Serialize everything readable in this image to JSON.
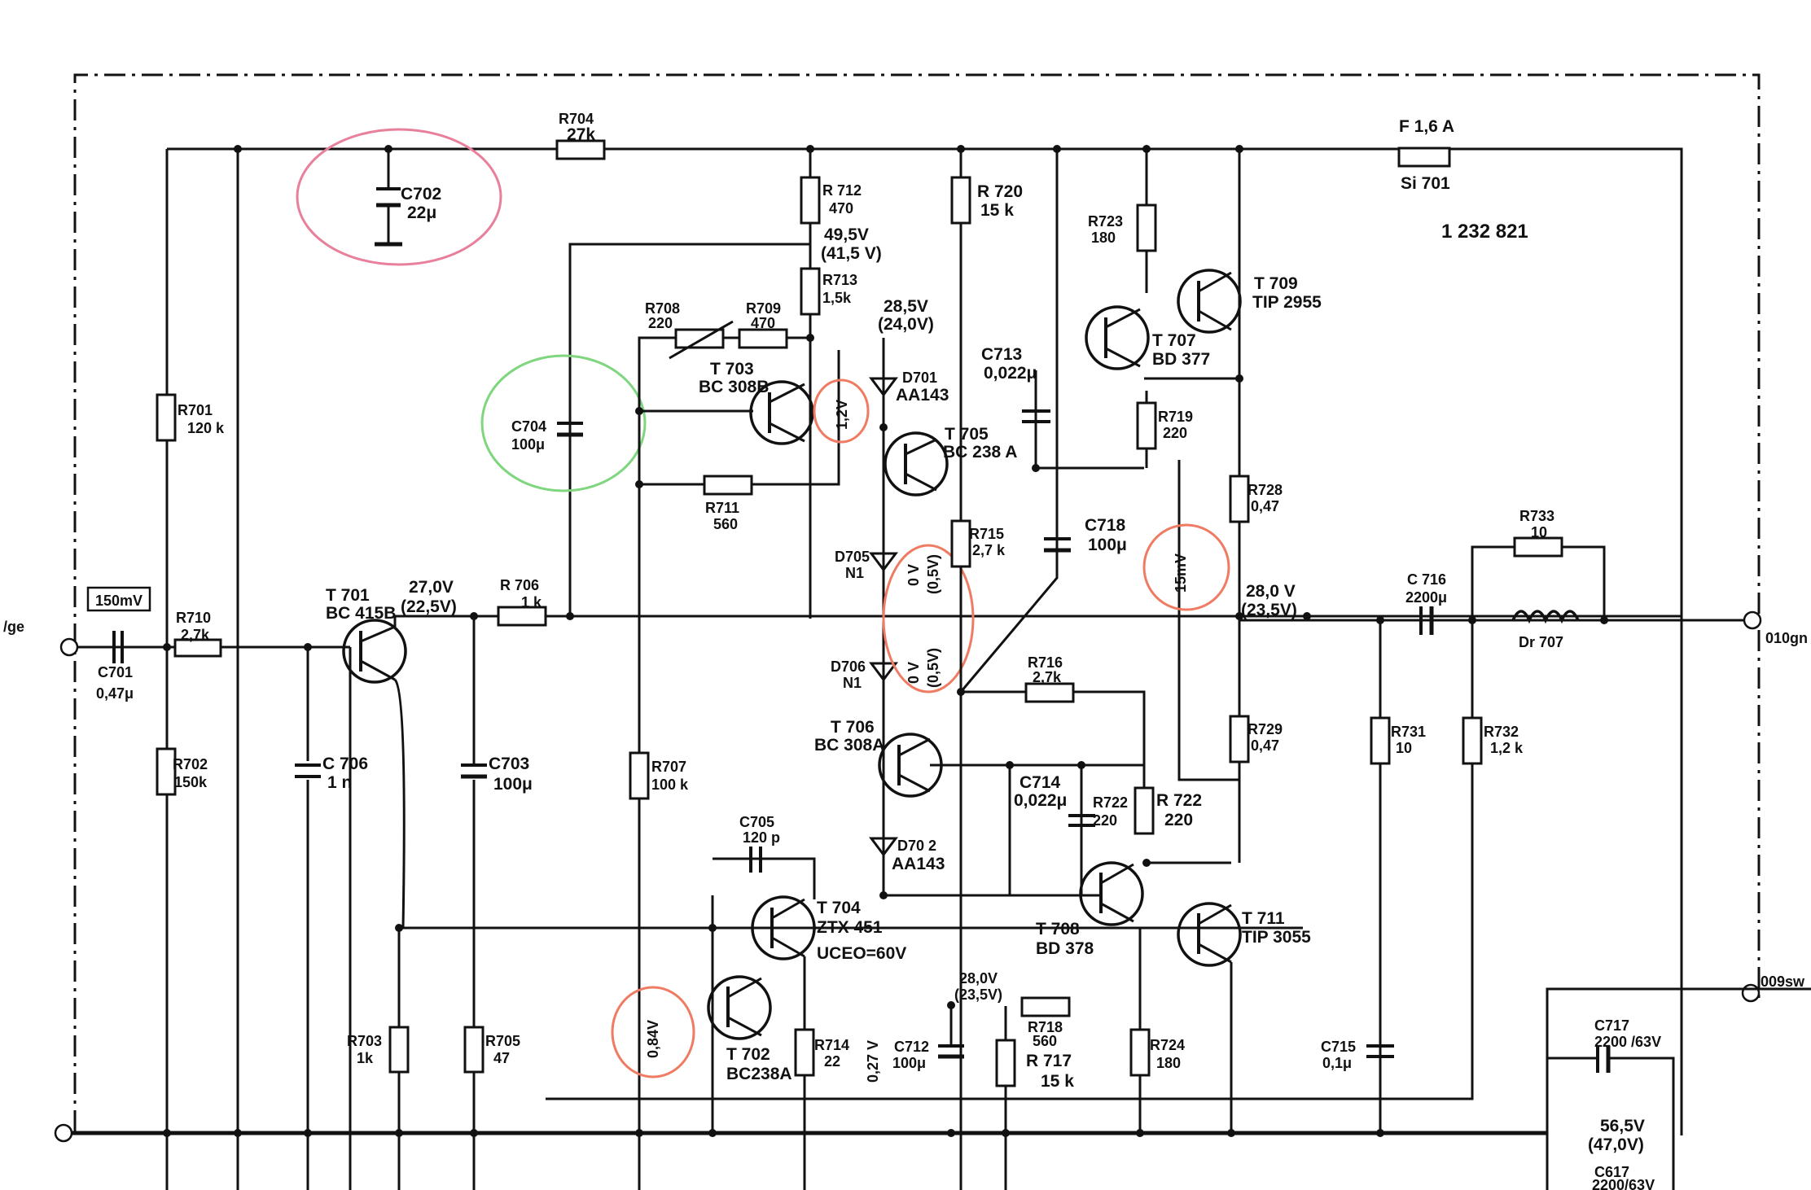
{
  "board_number": "1 232 821",
  "fuse": {
    "name": "F 1,6 A",
    "ref": "Si 701"
  },
  "input": {
    "level": "150mV",
    "partial_label": "/ge"
  },
  "outputs": {
    "out_1": "010gn",
    "out_2": "009sw"
  },
  "transistors": {
    "t701": {
      "name": "T 701",
      "type": "BC 415B"
    },
    "t702": {
      "name": "T 702",
      "type": "BC238A"
    },
    "t703": {
      "name": "T 703",
      "type": "BC 308B"
    },
    "t704": {
      "name": "T 704",
      "type": "ZTX 451",
      "note": "UCEO=60V"
    },
    "t705": {
      "name": "T 705",
      "type": "BC 238 A"
    },
    "t706": {
      "name": "T 706",
      "type": "BC 308A"
    },
    "t707": {
      "name": "T 707",
      "type": "BD 377"
    },
    "t708": {
      "name": "T 708",
      "type": "BD 378"
    },
    "t709": {
      "name": "T 709",
      "type": "TIP 2955"
    },
    "t711": {
      "name": "T 711",
      "type": "TIP 3055"
    }
  },
  "resistors": {
    "r701": {
      "name": "R701",
      "value": "120 k"
    },
    "r702": {
      "name": "R702",
      "value": "150k"
    },
    "r703": {
      "name": "R703",
      "value": "1k"
    },
    "r704": {
      "name": "R704",
      "value": "27k"
    },
    "r705": {
      "name": "R705",
      "value": "47"
    },
    "r706": {
      "name": "R 706",
      "value": "1 k"
    },
    "r707": {
      "name": "R707",
      "value": "100 k"
    },
    "r708": {
      "name": "R708",
      "value": "220"
    },
    "r709": {
      "name": "R709",
      "value": "470"
    },
    "r710": {
      "name": "R710",
      "value": "2,7k"
    },
    "r711": {
      "name": "R711",
      "value": "560"
    },
    "r712": {
      "name": "R 712",
      "value": "470"
    },
    "r713": {
      "name": "R713",
      "value": "1,5k"
    },
    "r714": {
      "name": "R714",
      "value": "22"
    },
    "r715": {
      "name": "R715",
      "value": "2,7 k"
    },
    "r716": {
      "name": "R716",
      "value": "2,7k"
    },
    "r717": {
      "name": "R 717",
      "value": "15 k"
    },
    "r718": {
      "name": "R718",
      "value": "560"
    },
    "r719": {
      "name": "R719",
      "value": "220"
    },
    "r720": {
      "name": "R 720",
      "value": "15 k"
    },
    "r722a": {
      "name": "R722",
      "value": "220"
    },
    "r722b": {
      "name": "R 722",
      "value": "220"
    },
    "r723": {
      "name": "R723",
      "value": "180"
    },
    "r724": {
      "name": "R724",
      "value": "180"
    },
    "r728": {
      "name": "R728",
      "value": "0,47"
    },
    "r729": {
      "name": "R729",
      "value": "0,47"
    },
    "r731": {
      "name": "R731",
      "value": "10"
    },
    "r732": {
      "name": "R732",
      "value": "1,2 k"
    },
    "r733": {
      "name": "R733",
      "value": "10"
    }
  },
  "capacitors": {
    "c701": {
      "name": "C701",
      "value": "0,47μ"
    },
    "c702": {
      "name": "C702",
      "value": "22μ"
    },
    "c703": {
      "name": "C703",
      "value": "100μ"
    },
    "c704": {
      "name": "C704",
      "value": "100μ"
    },
    "c705": {
      "name": "C705",
      "value": "120 p"
    },
    "c706": {
      "name": "C 706",
      "value": "1 n"
    },
    "c712": {
      "name": "C712",
      "value": "100μ"
    },
    "c713": {
      "name": "C713",
      "value": "0,022μ"
    },
    "c714": {
      "name": "C714",
      "value": "0,022μ"
    },
    "c715": {
      "name": "C715",
      "value": "0,1μ"
    },
    "c716": {
      "name": "C 716",
      "value": "2200μ"
    },
    "c717": {
      "name": "C717",
      "value": "2200 /63V"
    },
    "c718": {
      "name": "C718",
      "value": "100μ"
    },
    "c617": {
      "name": "C617",
      "value": "2200/63V"
    }
  },
  "diodes": {
    "d701": {
      "name": "D701",
      "type": "AA143"
    },
    "d702": {
      "name": "D70 2",
      "type": "AA143"
    },
    "d705": {
      "name": "D705",
      "type": "N1"
    },
    "d706": {
      "name": "D706",
      "type": "N1"
    }
  },
  "inductor": {
    "name": "Dr 707"
  },
  "voltages": {
    "v_r712": {
      "main": "49,5V",
      "alt": "(41,5 V)"
    },
    "v_t707": {
      "main": "28,5V",
      "alt": "(24,0V)"
    },
    "v_t701": {
      "main": "27,0V",
      "alt": "(22,5V)"
    },
    "v_out": {
      "main": "28,0 V",
      "alt": "(23,5V)"
    },
    "v_bottom": {
      "main": "28,0V",
      "alt": "(23,5V)"
    },
    "v_supply": {
      "main": "56,5V",
      "alt": "(47,0V)"
    },
    "v_12": "1,2V",
    "v_d705": {
      "main": "0 V",
      "alt": "(0,5V)"
    },
    "v_d706": {
      "main": "0 V",
      "alt": "(0,5V)"
    },
    "v_15mv": "15mV",
    "v_084": "0,84V",
    "v_027": "0,27 V"
  }
}
